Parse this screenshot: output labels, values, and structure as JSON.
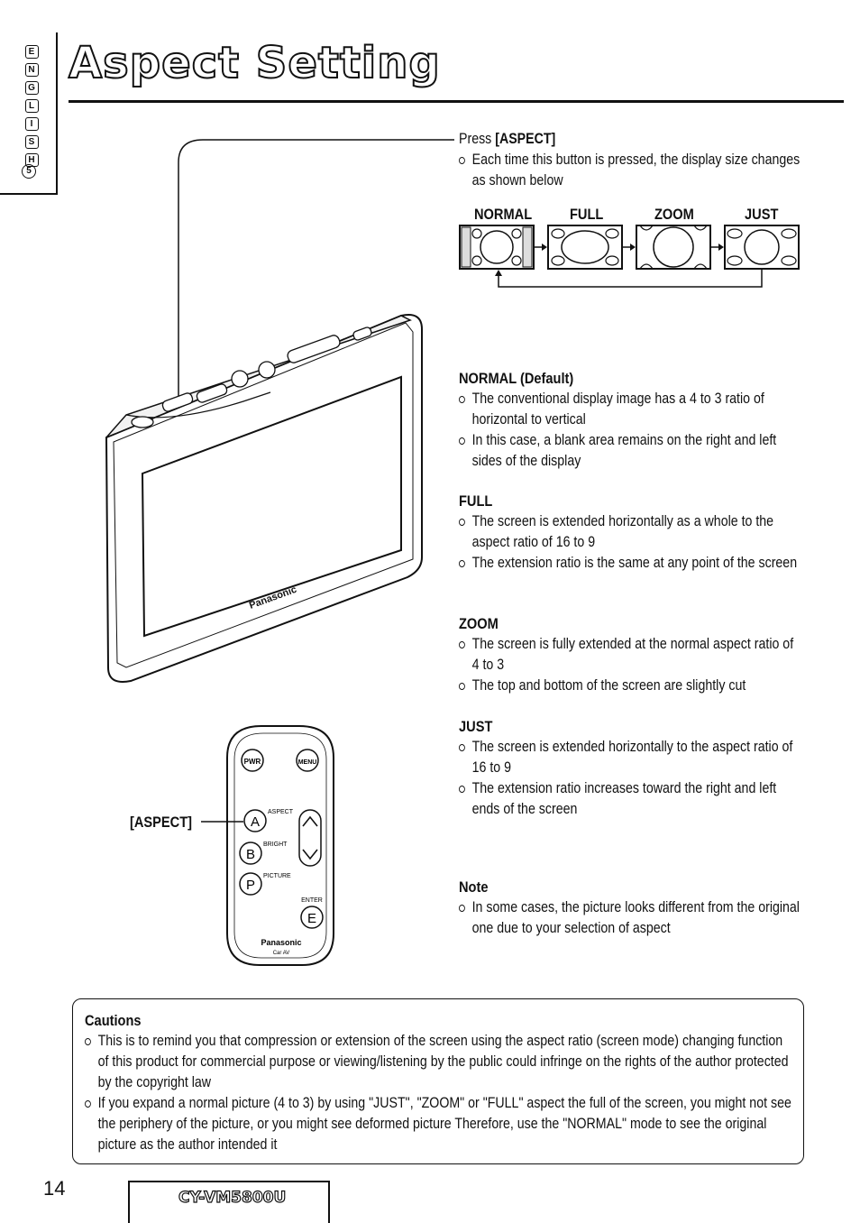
{
  "side_tab": {
    "letters": [
      "E",
      "N",
      "G",
      "L",
      "I",
      "S",
      "H"
    ],
    "number": "5"
  },
  "title": "Aspect Setting",
  "press": {
    "label_prefix": "Press ",
    "button": "[ASPECT]",
    "bullet": "Each time this button is pressed, the display size changes as shown below"
  },
  "aspect_modes": [
    "NORMAL",
    "FULL",
    "ZOOM",
    "JUST"
  ],
  "sections": [
    {
      "heading": "NORMAL (Default)",
      "bullets": [
        "The conventional display image has a 4 to 3 ratio of horizontal to vertical",
        "In this case, a blank area remains on the right and left sides of the display"
      ]
    },
    {
      "heading": "FULL",
      "bullets": [
        "The screen is extended horizontally as a whole to the aspect ratio of 16 to 9",
        "The extension ratio is the same at any point of the screen"
      ]
    },
    {
      "heading": "ZOOM",
      "bullets": [
        "The screen is fully extended at the normal aspect ratio of 4 to 3",
        "The top and bottom of the screen are slightly cut"
      ]
    },
    {
      "heading": "JUST",
      "bullets": [
        "The screen is extended horizontally to the aspect ratio of 16 to 9",
        "The extension ratio increases toward the right and left ends of the screen"
      ]
    }
  ],
  "note": {
    "heading": "Note",
    "bullet": "In some cases, the picture looks different from the original one due to your selection of aspect"
  },
  "remote": {
    "callout": "[ASPECT]",
    "pwr": "PWR",
    "menu": "MENU",
    "a": "A",
    "aspect": "ASPECT",
    "b": "B",
    "bright": "BRIGHT",
    "p": "P",
    "picture": "PICTURE",
    "enter": "ENTER",
    "e": "E",
    "brand": "Panasonic",
    "brand_sub": "Car AV"
  },
  "monitor": {
    "brand": "Panasonic"
  },
  "cautions": {
    "heading": "Cautions",
    "items": [
      "This is to remind you that compression or extension of the screen using the aspect ratio (screen mode) changing function of this product for commercial purpose or viewing/listening by the public could infringe on the rights of the author protected by the copyright law",
      "If you expand a normal picture (4 to 3) by using \"JUST\", \"ZOOM\" or \"FULL\" aspect the full of the screen, you might not see the periphery of the picture, or you might see deformed picture Therefore, use the \"NORMAL\" mode to see the original picture as the author intended it"
    ]
  },
  "footer": {
    "page_number": "14",
    "model": "CY-VM5800U"
  }
}
